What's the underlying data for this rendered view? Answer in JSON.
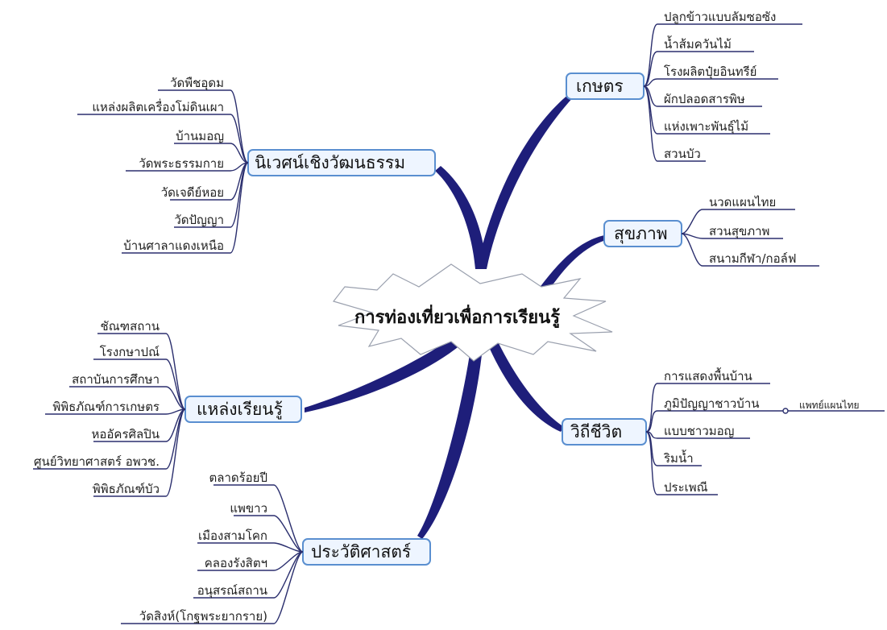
{
  "center": "การท่องเที่ยวเพื่อการเรียนรู้",
  "branches": {
    "kaset": {
      "label": "เกษตร",
      "items": [
        "ปลูกข้าวแบบลัมซอซัง",
        "น้ำส้มควันไม้",
        "โรงผลิตปุ๋ยอินทรีย์",
        "ผักปลอดสารพิษ",
        "แห่งเพาะพันธุ์ไม้",
        "สวนบัว"
      ]
    },
    "niwet": {
      "label": "นิเวศน์เชิงวัฒนธรรม",
      "items": [
        "วัดพืชอุดม",
        "แหล่งผลิตเครื่องโม่ดินเผา",
        "บ้านมอญ",
        "วัดพระธรรมกาย",
        "วัดเจดีย์หอย",
        "วัดปัญญา",
        "บ้านศาลาแดงเหนือ"
      ]
    },
    "sukkhaphap": {
      "label": "สุขภาพ",
      "items": [
        "นวดแผนไทย",
        "สวนสุขภาพ",
        "สนามกีฬา/กอล์ฟ"
      ]
    },
    "laeng": {
      "label": "แหล่งเรียนรู้",
      "items": [
        "ชัณฑสถาน",
        "โรงกษาปณ์",
        "สถาบันการศึกษา",
        "พิพิธภัณฑ์การเกษตร",
        "หออัครศิลปิน",
        "ศูนย์วิทยาศาสตร์ อพวช.",
        "พิพิธภัณฑ์บัว"
      ]
    },
    "withi": {
      "label": "วิถีชีวิต",
      "items": [
        "การแสดงพื้นบ้าน",
        "ภูมิปัญญาชาวบ้าน",
        "แบบชาวมอญ",
        "ริมน้ำ",
        "ประเพณี"
      ],
      "subitem": "แพทย์แผนไทย"
    },
    "prawat": {
      "label": "ประวัติศาสตร์",
      "items": [
        "ตลาดร้อยปี",
        "แพขาว",
        "เมืองสามโคก",
        "คลองรังสิตฯ",
        "อนุสรณ์สถาน",
        "วัดสิงห์(โกฐพระยากราย)"
      ]
    }
  },
  "colors": {
    "trunk": "#1e1e7a",
    "node_border": "#5a8fd0",
    "node_fill": "#eef5ff",
    "line": "#2b2f6e"
  }
}
